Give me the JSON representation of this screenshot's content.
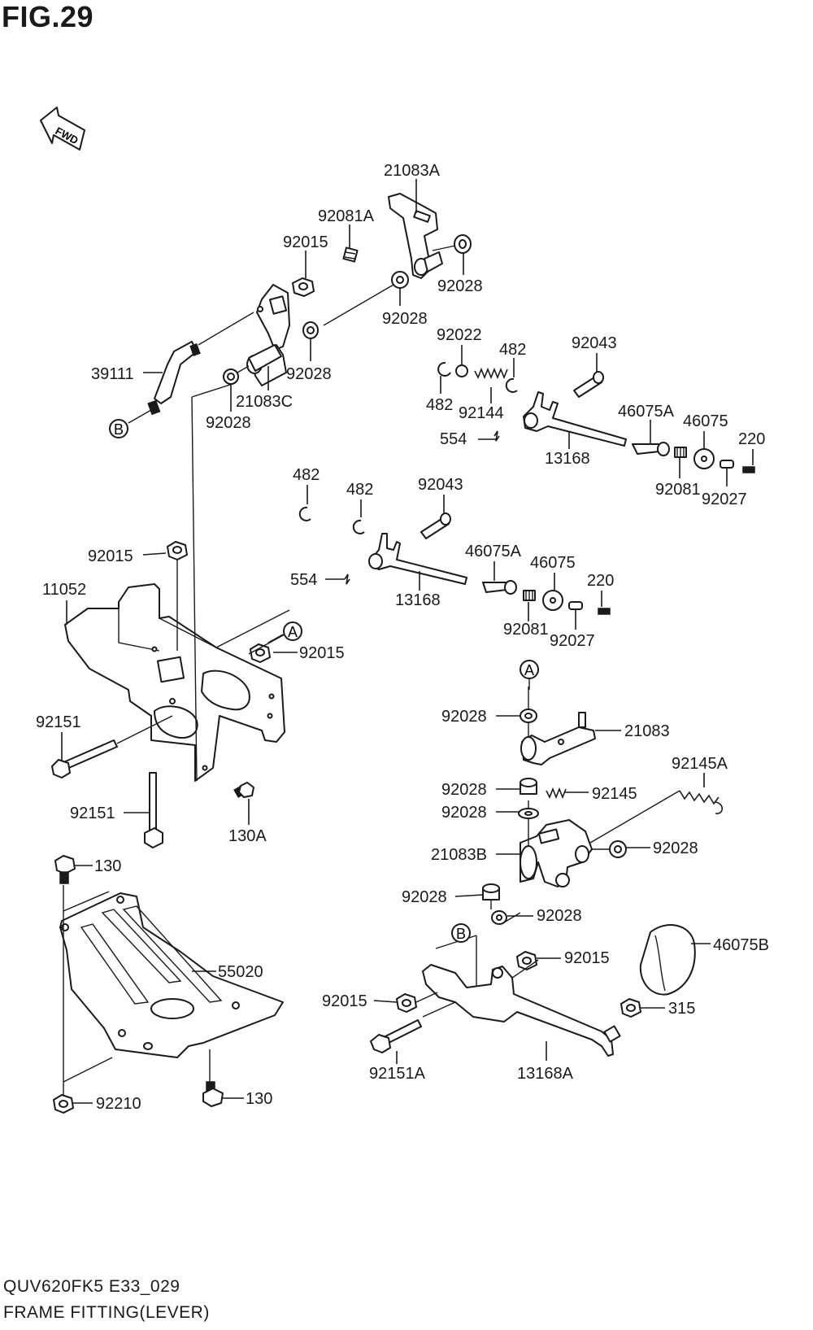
{
  "figure": {
    "title": "FIG.29",
    "code": "QUV620FK5 E33_029",
    "name": "FRAME FITTING(LEVER)"
  },
  "direction_arrow": {
    "label": "FWD",
    "icon": "fwd-arrow-icon"
  },
  "reference_markers": [
    "A",
    "B"
  ],
  "parts": [
    "21083A",
    "92081A",
    "92015",
    "92028",
    "39111",
    "21083C",
    "92022",
    "482",
    "92043",
    "92144",
    "554",
    "46075A",
    "46075",
    "220",
    "13168",
    "92081",
    "92027",
    "11052",
    "92151",
    "130A",
    "21083",
    "92145A",
    "92145",
    "21083B",
    "46075B",
    "315",
    "92151A",
    "13168A",
    "130",
    "55020",
    "92210"
  ],
  "callouts": {
    "c1": "21083A",
    "c2": "92081A",
    "c3": "92015",
    "c4": "92028",
    "c5": "92028",
    "c6": "39111",
    "c7": "92028",
    "c8": "21083C",
    "c9": "92028",
    "c10": "92022",
    "c11": "482",
    "c12": "92043",
    "c13": "482",
    "c14": "92144",
    "c15": "554",
    "c16": "46075A",
    "c17": "46075",
    "c18": "220",
    "c19": "13168",
    "c20": "92081",
    "c21": "92027",
    "c22": "482",
    "c23": "482",
    "c24": "92043",
    "c25": "92015",
    "c26": "554",
    "c27": "46075A",
    "c28": "46075",
    "c29": "220",
    "c30": "13168",
    "c31": "92081",
    "c32": "92027",
    "c33": "11052",
    "c34": "92015",
    "c35": "92151",
    "c36": "92151",
    "c37": "130A",
    "c38": "92028",
    "c39": "21083",
    "c40": "92145A",
    "c41": "92028",
    "c42": "92145",
    "c43": "92028",
    "c44": "21083B",
    "c45": "92028",
    "c46": "92028",
    "c47": "92028",
    "c48": "46075B",
    "c49": "92015",
    "c50": "92015",
    "c51": "315",
    "c52": "92151A",
    "c53": "13168A",
    "c54": "130",
    "c55": "55020",
    "c56": "92210",
    "c57": "130"
  }
}
